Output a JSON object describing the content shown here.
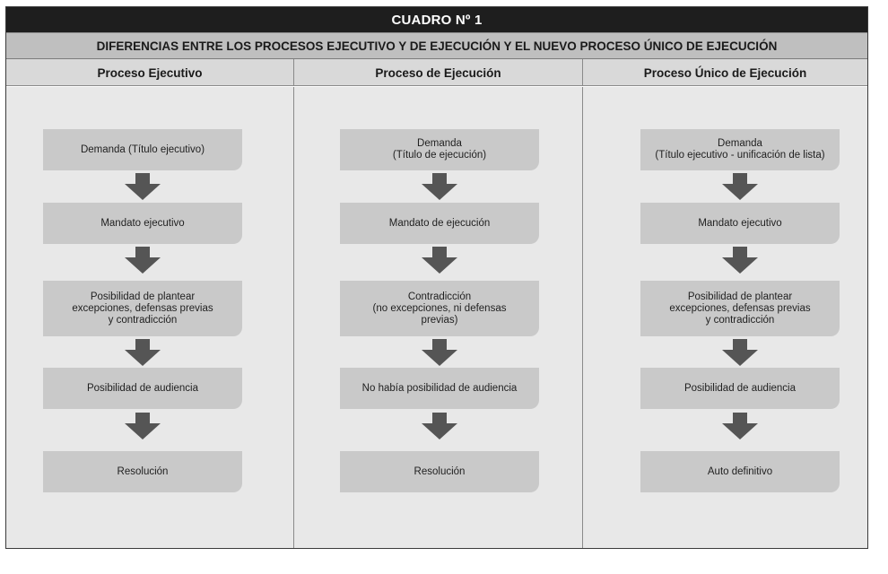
{
  "title": "CUADRO Nº 1",
  "subtitle": "DIFERENCIAS ENTRE LOS PROCESOS EJECUTIVO Y DE EJECUCIÓN Y EL NUEVO PROCESO ÚNICO DE EJECUCIÓN",
  "columns": [
    {
      "header": "Proceso Ejecutivo",
      "steps": [
        "Demanda (Título ejecutivo)",
        "Mandato ejecutivo",
        "Posibilidad de plantear\nexcepciones, defensas previas\ny contradicción",
        "Posibilidad de audiencia",
        "Resolución"
      ]
    },
    {
      "header": "Proceso de Ejecución",
      "steps": [
        "Demanda\n(Título de ejecución)",
        "Mandato de ejecución",
        "Contradicción\n(no excepciones, ni defensas\nprevias)",
        "No había posibilidad de audiencia",
        "Resolución"
      ]
    },
    {
      "header": "Proceso Único de Ejecución",
      "steps": [
        "Demanda\n(Título ejecutivo - unificación de lista)",
        "Mandato ejecutivo",
        "Posibilidad de plantear\nexcepciones, defensas previas\ny contradicción",
        "Posibilidad de audiencia",
        "Auto definitivo"
      ]
    }
  ],
  "colors": {
    "title_bg": "#1e1e1e",
    "subtitle_bg": "#bfbfbf",
    "header_bg": "#d9d9d9",
    "body_bg": "#e8e8e8",
    "box_bg": "#c9c9c9",
    "arrow": "#555555"
  }
}
